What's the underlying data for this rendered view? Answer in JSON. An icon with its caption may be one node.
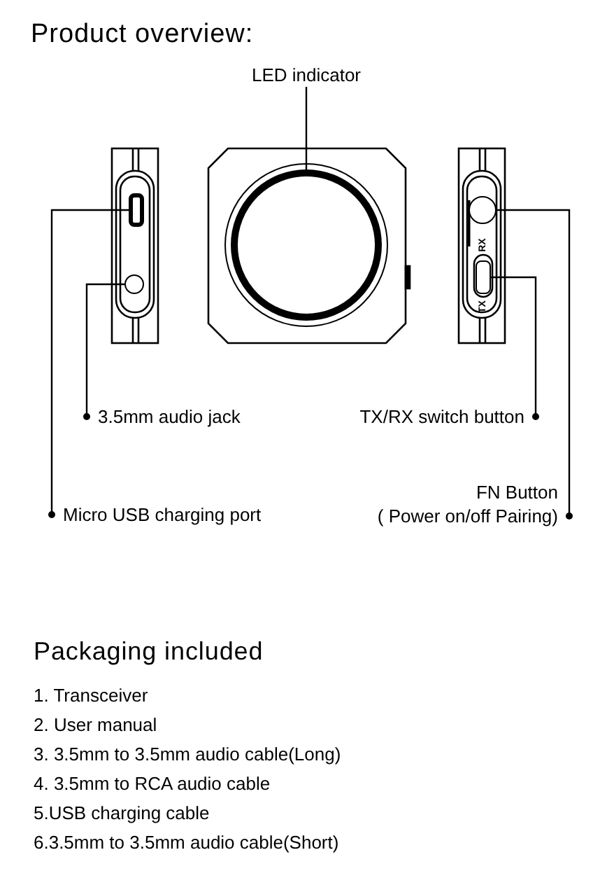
{
  "diagram": {
    "title": "Product overview:",
    "nodes": [
      {
        "text": [
          "LED indicator"
        ]
      },
      {
        "text": [],
        "shape": "circle"
      },
      {
        "text": [],
        "shape": "box"
      },
      {
        "text": [],
        "shape": "circle"
      },
      {
        "text": [],
        "shape": "circle"
      },
      {
        "text": [],
        "shape": "box"
      },
      {
        "text": [
          "3.5mm audio jack"
        ]
      },
      {
        "text": [
          "TX/RX switch button"
        ]
      },
      {
        "text": [
          "Micro USB charging port"
        ]
      },
      {
        "text": [
          "FN Button",
          "( Power on/off Pairing)"
        ]
      }
    ],
    "edges": [
      {
        "from": 0,
        "to": 1,
        "arrow": "none"
      },
      {
        "from": 8,
        "to": 2,
        "arrow": "other"
      },
      {
        "from": 6,
        "to": 3,
        "arrow": "other"
      },
      {
        "from": 9,
        "to": 4,
        "arrow": "other"
      },
      {
        "from": 7,
        "to": 5,
        "arrow": "other"
      }
    ],
    "labels": [
      "RX",
      "TX",
      "Packaging included",
      "1. Transceiver",
      "2. User manual",
      "3. 3.5mm to 3.5mm audio cable(Long)",
      "4. 3.5mm to RCA audio cable",
      "5.USB charging cable",
      "6.3.5mm to 3.5mm audio cable(Short)"
    ]
  }
}
